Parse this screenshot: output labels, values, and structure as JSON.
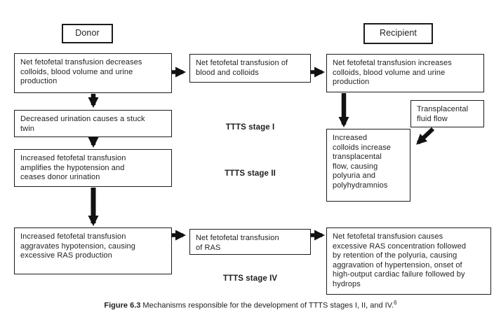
{
  "diagram": {
    "title_columns": {
      "donor": "Donor",
      "recipient": "Recipient"
    },
    "stages": [
      "TTTS stage I",
      "TTTS stage II",
      "TTTS stage IV"
    ],
    "boxes": {
      "donor_decrease": "Net fetofetal transfusion decreases\ncolloids, blood volume and urine\nproduction",
      "stuck_twin": "Decreased urination causes a stuck\ntwin",
      "amplifies_hypotension": "Increased fetofetal transfusion\namplifies the hypotension and\nceases donor urination",
      "aggravates_hypotension": "Increased fetofetal transfusion\naggravates hypotension, causing\nexcessive RAS production",
      "transfusion_blood_colloids": "Net fetofetal transfusion of\nblood and colloids",
      "transfusion_ras": "Net fetofetal transfusion\nof RAS",
      "recipient_increase": "Net fetofetal transfusion increases\ncolloids, blood volume and urine\nproduction",
      "transplacental_fluid_flow": "Transplacental\nfluid flow",
      "increased_colloids": "Increased\ncolloids increase\ntransplacental\nflow, causing\npolyuria and\npolyhydramnios",
      "ras_consequences": "Net fetofetal transfusion causes\nexcessive RAS concentration followed\nby retention of the polyuria, causing\naggravation of hypertension, onset of\nhigh-output cardiac failure followed by\nhydrops"
    },
    "arrows": [
      {
        "from": "donor_decrease",
        "to": "transfusion_blood_colloids"
      },
      {
        "from": "transfusion_blood_colloids",
        "to": "recipient_increase"
      },
      {
        "from": "donor_decrease",
        "to": "stuck_twin"
      },
      {
        "from": "stuck_twin",
        "to": "amplifies_hypotension"
      },
      {
        "from": "amplifies_hypotension",
        "to": "aggravates_hypotension"
      },
      {
        "from": "recipient_increase",
        "to": "increased_colloids"
      },
      {
        "from": "transplacental_fluid_flow",
        "to": "increased_colloids"
      },
      {
        "from": "aggravates_hypotension",
        "to": "transfusion_ras"
      },
      {
        "from": "transfusion_ras",
        "to": "ras_consequences"
      }
    ],
    "caption": {
      "label": "Figure 6.3",
      "text": " Mechanisms responsible for the development of TTTS stages I, II, and IV.",
      "superscript": "6"
    },
    "colors": {
      "background": "#ffffff",
      "border": "#1c1c1c",
      "arrow": "#111111",
      "text": "#1f1f1f"
    }
  }
}
